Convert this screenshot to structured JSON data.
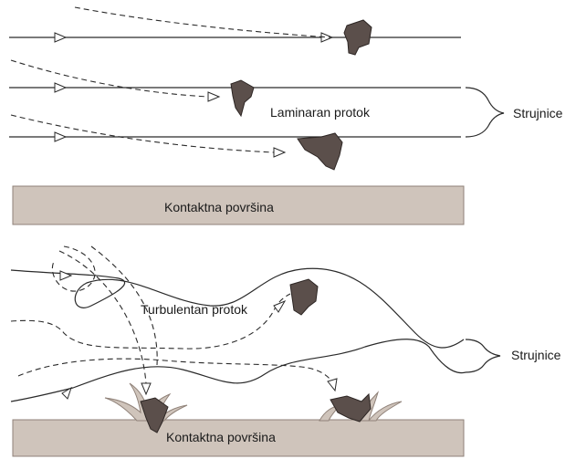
{
  "laminar": {
    "flow_label": "Laminaran protok",
    "streamlines_label": "Strujnice",
    "surface_label": "Kontaktna površina"
  },
  "turbulent": {
    "flow_label": "Turbulentan protok",
    "streamlines_label": "Strujnice",
    "surface_label": "Kontaktna površina"
  },
  "colors": {
    "surface": "#cfc4bb",
    "particle": "#5b4f4b",
    "line": "#2a2a2a"
  }
}
